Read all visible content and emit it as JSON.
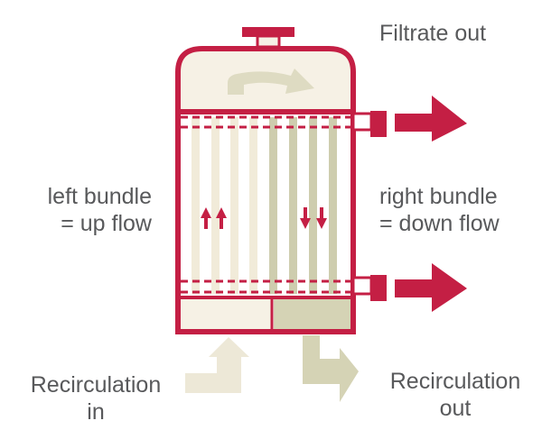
{
  "labels": {
    "filtrate_out": "Filtrate out",
    "left_bundle": [
      "left bundle",
      "= up flow"
    ],
    "right_bundle": [
      "right bundle",
      "= down flow"
    ],
    "recirc_in": [
      "Recirculation",
      "in"
    ],
    "recirc_out": [
      "Recirculation",
      "out"
    ]
  },
  "colors": {
    "shell": "#c41f44",
    "cap_fill": "#f6f1e5",
    "tube_light": "#f1ebd9",
    "tube_dark": "#cecdae",
    "recirc_in_arrow": "#ede8d7",
    "recirc_out_arrow": "#d5d3b5",
    "text": "#58595b"
  },
  "icons": {
    "flow_up": "double-up-arrow-icon",
    "flow_down": "double-down-arrow-icon",
    "outlet": "right-arrow-icon",
    "turn": "curved-arrow-icon"
  }
}
